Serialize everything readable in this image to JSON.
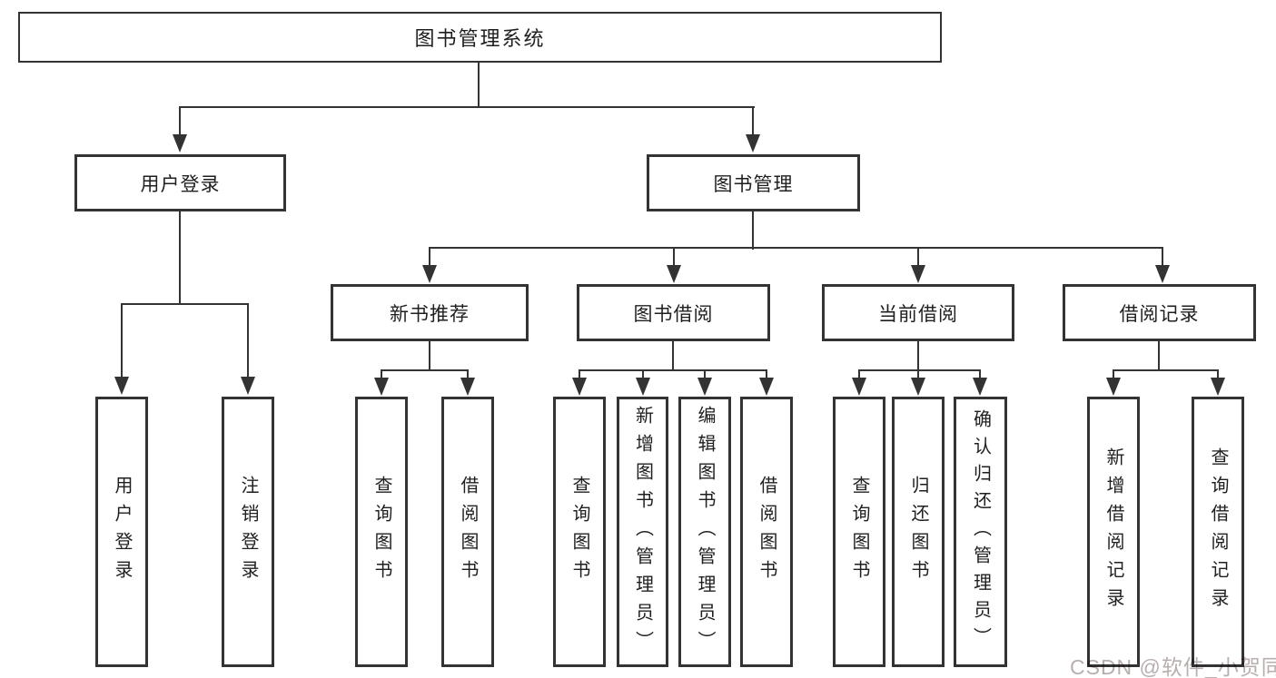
{
  "nodes": {
    "root": "图书管理系统",
    "user_login": {
      "label": "用户登录",
      "children": [
        "用户登录",
        "注销登录"
      ]
    },
    "book_management": {
      "label": "图书管理"
    },
    "new_books": {
      "label": "新书推荐",
      "children": [
        "查询图书",
        "借阅图书"
      ]
    },
    "book_borrowing": {
      "label": "图书借阅",
      "children": [
        "查询图书",
        "新增图书（管理员）",
        "编辑图书（管理员）",
        "借阅图书"
      ]
    },
    "current_borrowing": {
      "label": "当前借阅",
      "children": [
        "查询图书",
        "归还图书",
        "确认归还（管理员）"
      ]
    },
    "borrowing_records": {
      "label": "借阅记录",
      "children": [
        "新增借阅记录",
        "查询借阅记录"
      ]
    }
  },
  "watermark": "CSDN @软件_小贺同学",
  "colors": {
    "line": "#333333",
    "text": "#1f1f1f",
    "box_background": "#ffffff",
    "page_background": "#ffffff",
    "watermark": "#b9aeae"
  }
}
